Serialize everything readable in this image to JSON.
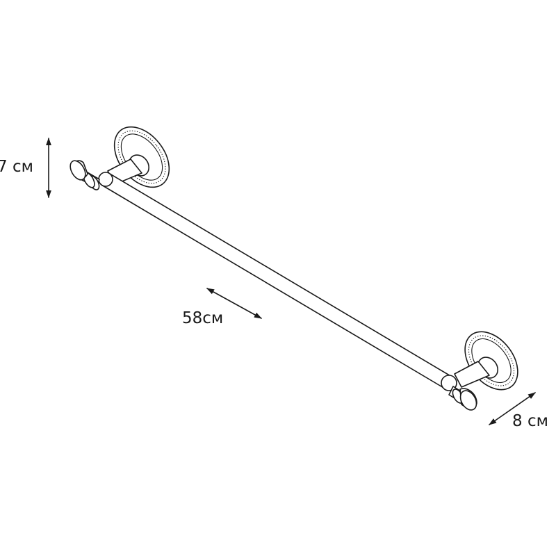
{
  "dimensions": {
    "height": "7 см",
    "length": "58см",
    "depth": "8 см"
  },
  "colors": {
    "line": "#1a1a1a",
    "background": "#ffffff"
  }
}
